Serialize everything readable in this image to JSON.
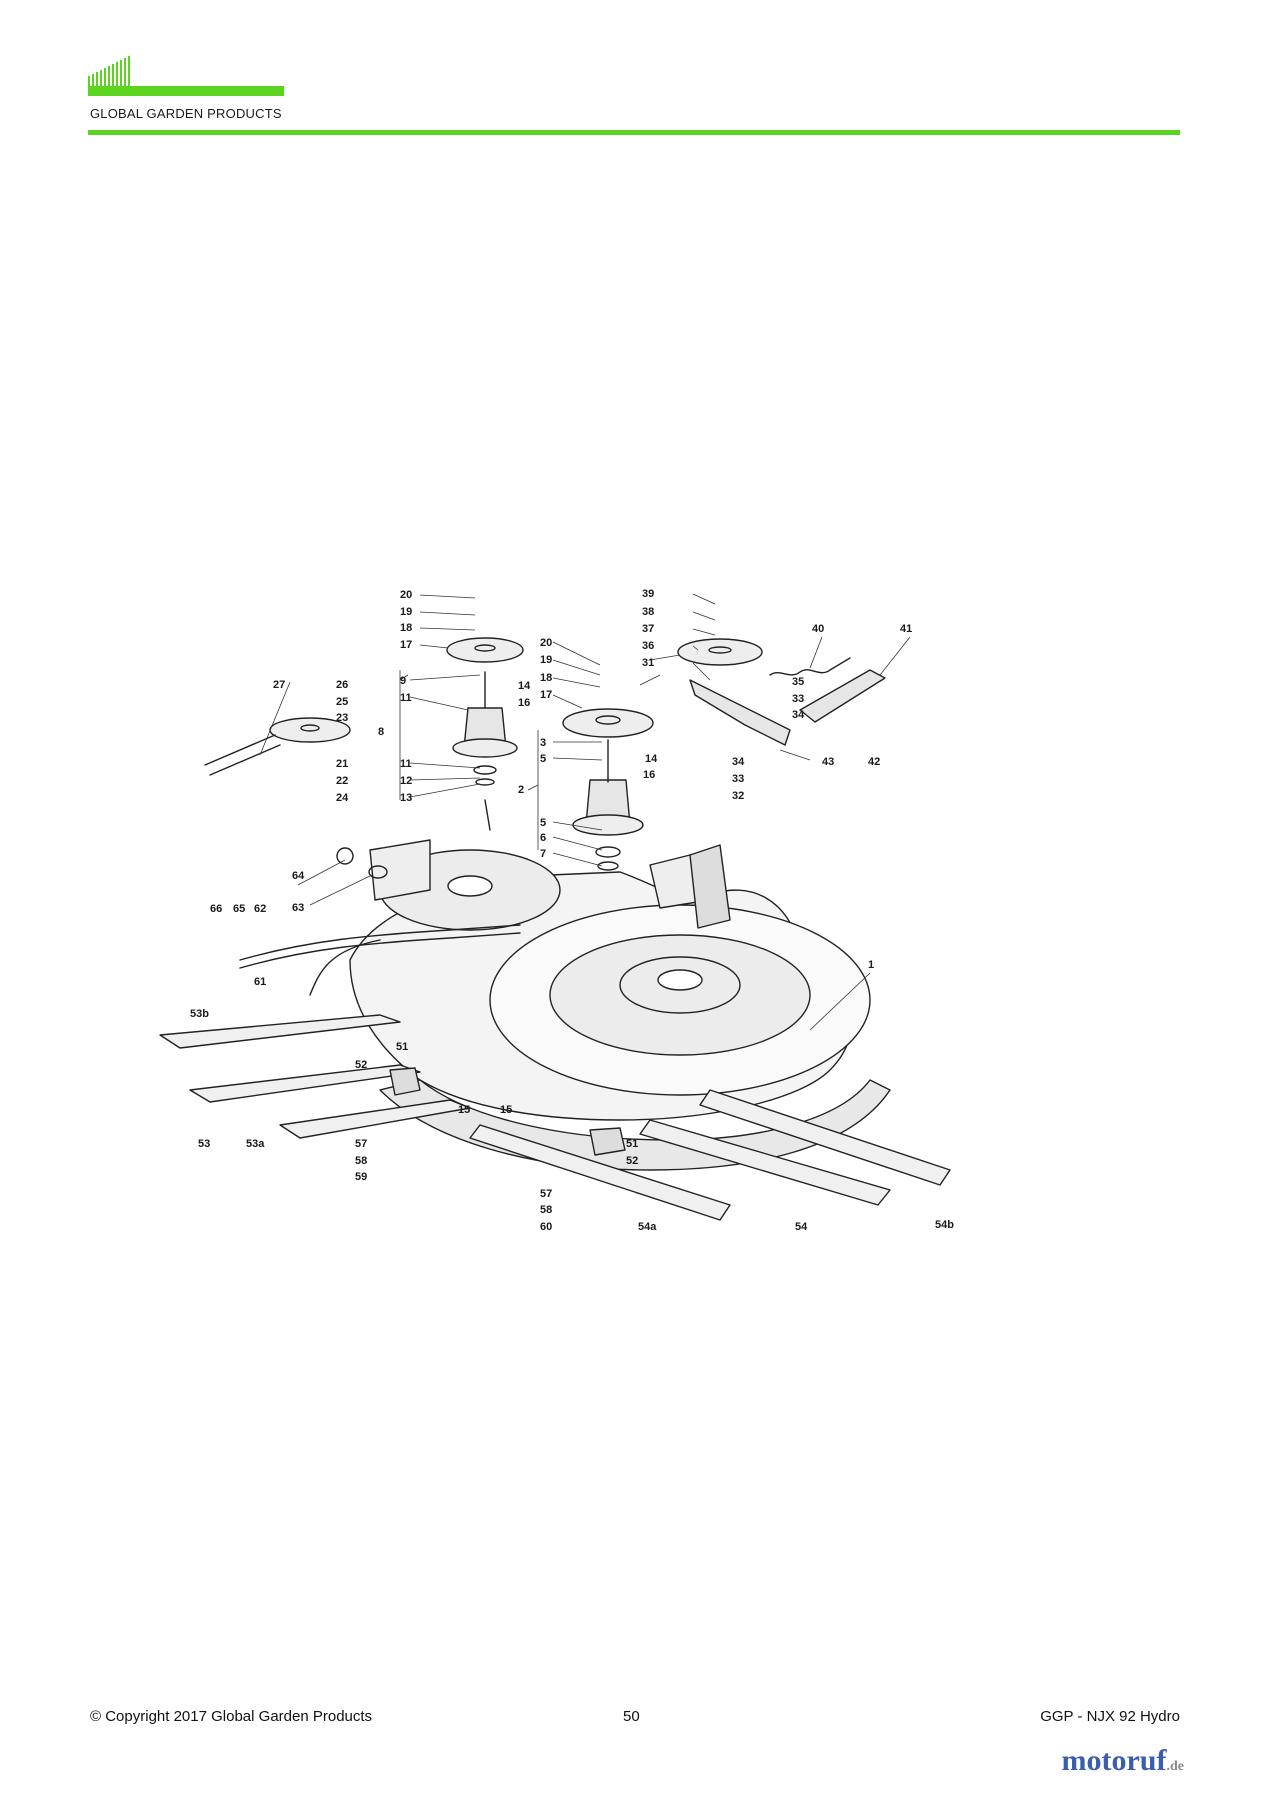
{
  "header": {
    "brand": "GLOBAL GARDEN PRODUCTS",
    "accent_color": "#5ad41e"
  },
  "diagram": {
    "callouts": {
      "c20a": "20",
      "c19a": "19",
      "c18a": "18",
      "c17a": "17",
      "c9": "9",
      "c11a": "11",
      "c8": "8",
      "c11b": "11",
      "c12": "12",
      "c13": "13",
      "c14a": "14",
      "c16a": "16",
      "c27": "27",
      "c26": "26",
      "c25": "25",
      "c23": "23",
      "c21": "21",
      "c22": "22",
      "c24": "24",
      "c20b": "20",
      "c19b": "19",
      "c18b": "18",
      "c17b": "17",
      "c3": "3",
      "c5a": "5",
      "c14b": "14",
      "c16b": "16",
      "c2": "2",
      "c5b": "5",
      "c6": "6",
      "c7": "7",
      "c39": "39",
      "c38": "38",
      "c37": "37",
      "c36": "36",
      "c31": "31",
      "c40": "40",
      "c41": "41",
      "c35": "35",
      "c33a": "33",
      "c34a": "34",
      "c34b": "34",
      "c33b": "33",
      "c32": "32",
      "c43": "43",
      "c42": "42",
      "c64": "64",
      "c63": "63",
      "c66": "66",
      "c65": "65",
      "c62": "62",
      "c61": "61",
      "c1": "1",
      "c53b": "53b",
      "c51a": "51",
      "c52a": "52",
      "c15a": "15",
      "c53": "53",
      "c53a": "53a",
      "c57a": "57",
      "c58a": "58",
      "c59": "59",
      "c15b": "15",
      "c51b": "51",
      "c52b": "52",
      "c57b": "57",
      "c58b": "58",
      "c60": "60",
      "c54a": "54a",
      "c54": "54",
      "c54b": "54b"
    }
  },
  "footer": {
    "copyright": "© Copyright 2017 Global Garden Products",
    "page_number": "50",
    "model": "GGP - NJX 92 Hydro"
  },
  "watermark": {
    "brand": "motoruf",
    "tld": ".de"
  }
}
